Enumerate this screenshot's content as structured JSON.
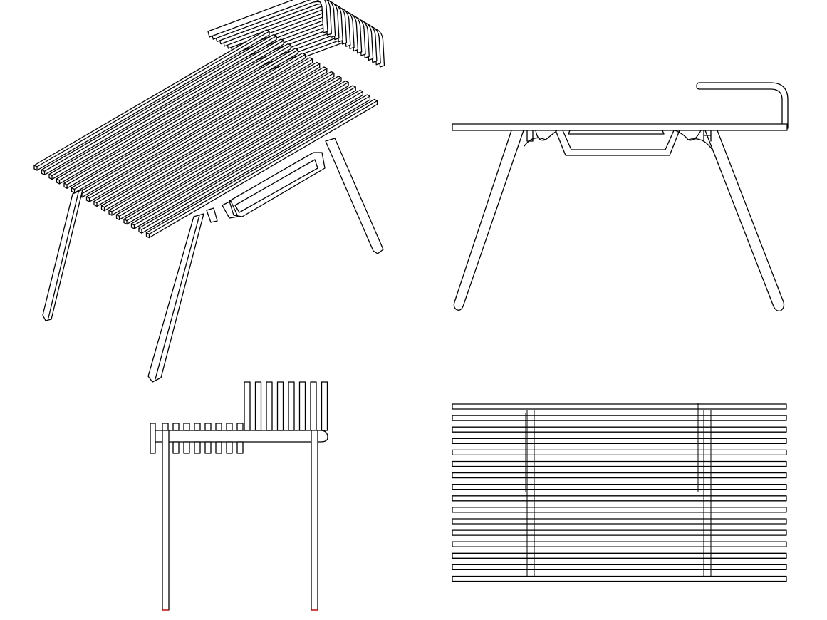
{
  "drawing": {
    "views": [
      {
        "id": "isometric-view",
        "kind": "isometric"
      },
      {
        "id": "front-elevation",
        "kind": "front"
      },
      {
        "id": "side-elevation",
        "kind": "side"
      },
      {
        "id": "plan-view",
        "kind": "top"
      }
    ],
    "colors": {
      "line": "#000000",
      "background": "#ffffff",
      "cut_mark": "#d40000"
    },
    "slats": {
      "top_count": 16,
      "shelf_count": 8,
      "plan_count": 16
    }
  }
}
